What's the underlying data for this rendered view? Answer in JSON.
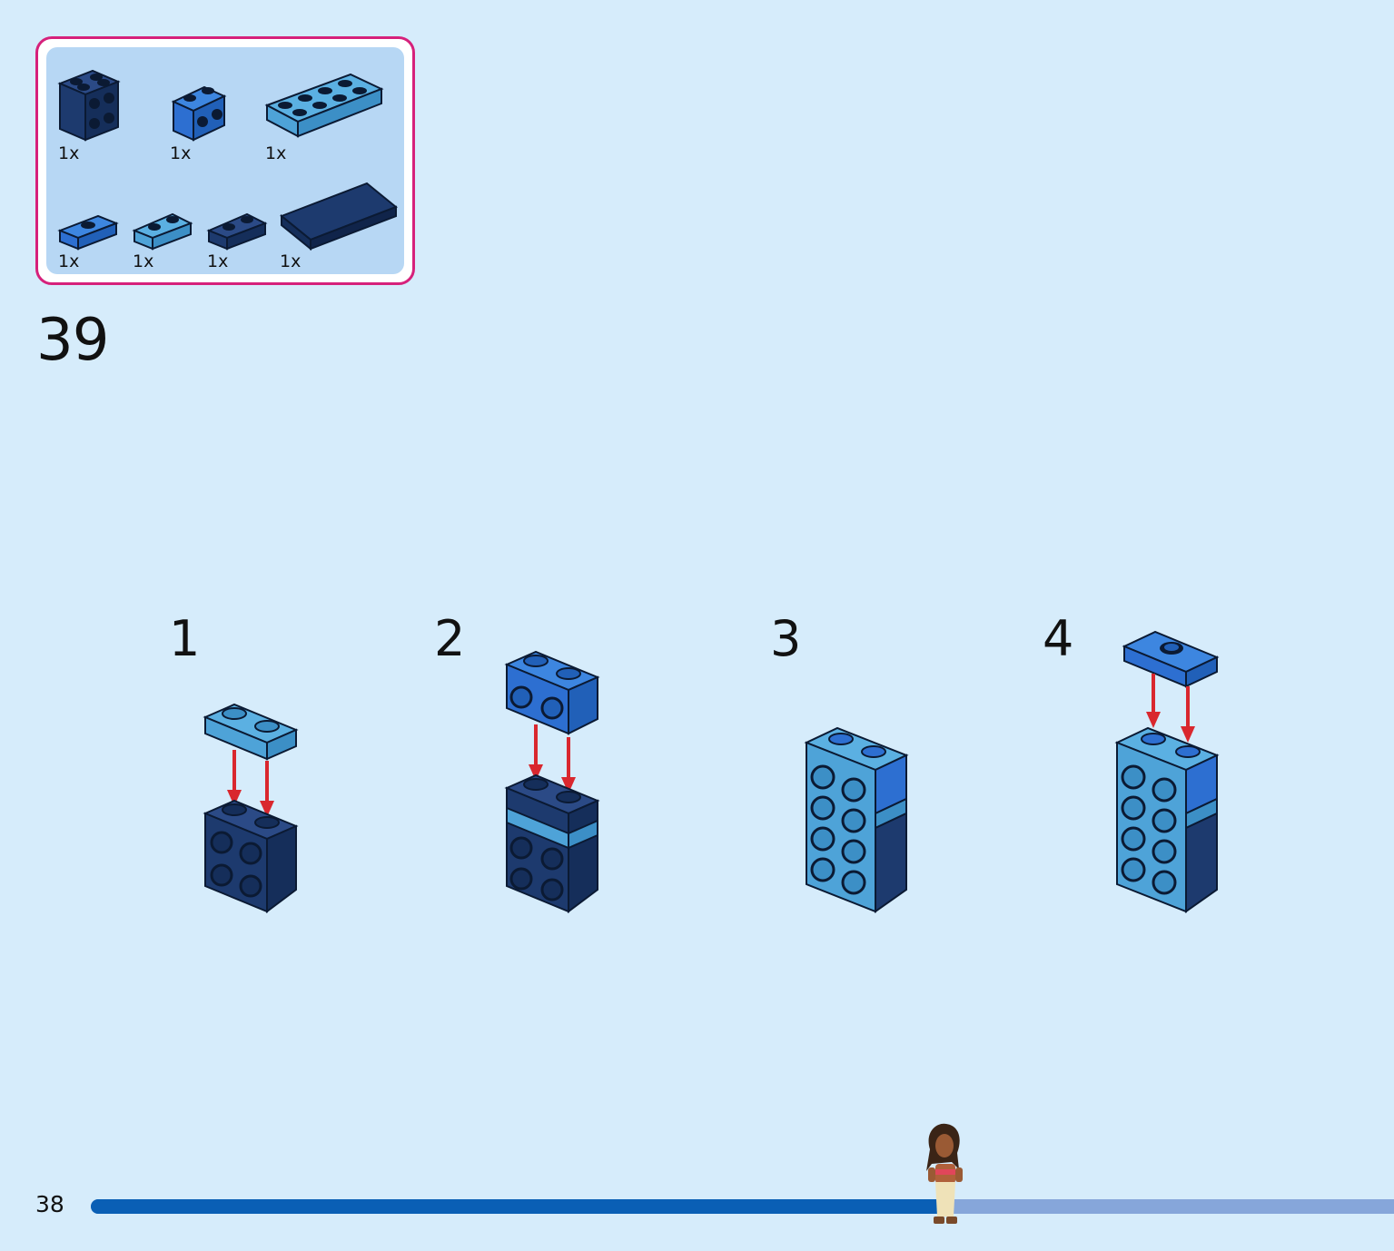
{
  "parts_list": {
    "items": [
      {
        "name": "brick-2x2-studs-dark-blue",
        "qty": "1x"
      },
      {
        "name": "brick-1x1-studs-blue",
        "qty": "1x"
      },
      {
        "name": "plate-2x4-medium-azure",
        "qty": "1x"
      },
      {
        "name": "plate-1x2-jumper-blue",
        "qty": "1x"
      },
      {
        "name": "plate-1x2-medium-azure",
        "qty": "1x"
      },
      {
        "name": "plate-1x2-dark-blue",
        "qty": "1x"
      },
      {
        "name": "tile-2x4-dark-blue",
        "qty": "1x"
      }
    ]
  },
  "step": {
    "number": "39"
  },
  "substeps": [
    {
      "number": "1"
    },
    {
      "number": "2"
    },
    {
      "number": "3"
    },
    {
      "number": "4"
    }
  ],
  "footer": {
    "page_number": "38",
    "progress": 0.655
  },
  "colors": {
    "dark_blue": "#1d3a6e",
    "blue": "#2d6fd1",
    "medium_azure": "#4ea3d8",
    "arrow_red": "#d9272e",
    "frame_magenta": "#d6217b",
    "progress_done": "#0a5fb5",
    "progress_rest": "#86a6da"
  }
}
